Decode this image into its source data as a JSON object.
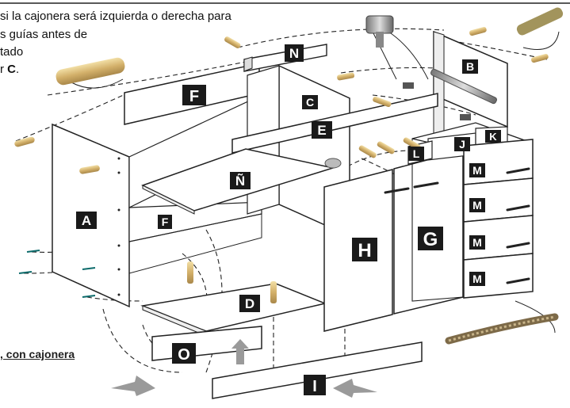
{
  "instruction": {
    "line1": "si la cajonera será izquierda o derecha para",
    "line2": "s guías antes de",
    "line3": "tado",
    "line4_prefix": "r ",
    "line4_bold": "C",
    "line4_suffix": "."
  },
  "caption": ", con cajonera",
  "parts": {
    "A": "A",
    "B": "B",
    "C": "C",
    "D": "D",
    "E": "E",
    "F": "F",
    "G": "G",
    "H": "H",
    "I": "I",
    "J": "J",
    "K": "K",
    "L": "L",
    "M": "M",
    "N": "N",
    "Ñ": "Ñ",
    "O": "O"
  },
  "colors": {
    "line": "#222222",
    "panel": "#ffffff",
    "label_bg": "#1a1a1a",
    "label_text": "#ffffff",
    "dowel": "#d6b878",
    "arrow": "#9a9a9a"
  }
}
